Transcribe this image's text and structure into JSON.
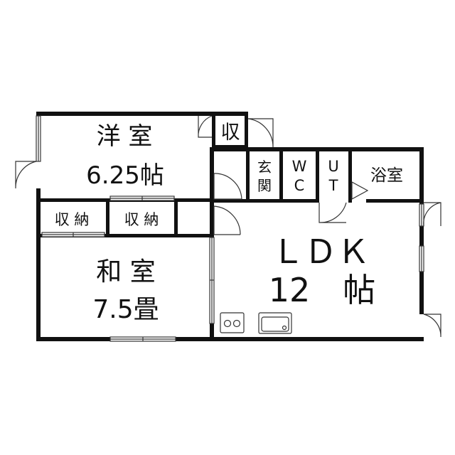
{
  "floorplan": {
    "rooms": {
      "western": {
        "name": "洋 室",
        "size": "6.25帖"
      },
      "closet_small": {
        "name": "収"
      },
      "genkan": {
        "line1": "玄",
        "line2": "関"
      },
      "wc": {
        "line1": "W",
        "line2": "C"
      },
      "ut": {
        "line1": "U",
        "line2": "T"
      },
      "bath": {
        "name": "浴室"
      },
      "storage_left": {
        "name": "収 納"
      },
      "storage_right": {
        "name": "収 納"
      },
      "japanese": {
        "name": "和 室",
        "size": "7.5畳"
      },
      "ldk": {
        "name": "ＬＤＫ",
        "size": "12　帖"
      }
    },
    "colors": {
      "wall": "#111111",
      "line": "#333333",
      "background": "#ffffff"
    }
  }
}
